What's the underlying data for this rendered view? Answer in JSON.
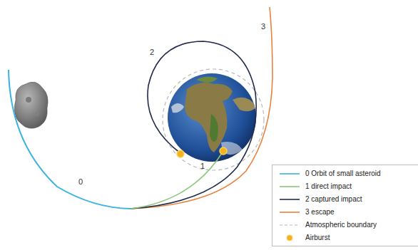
{
  "diagram": {
    "labels": [
      "0",
      "1",
      "2",
      "3"
    ],
    "legend": [
      {
        "text": "0 Orbit of small asteroid"
      },
      {
        "text": "1 direct impact"
      },
      {
        "text": "2 captured impact"
      },
      {
        "text": "3 escape"
      },
      {
        "text": "Atmospheric boundary"
      },
      {
        "text": "Airburst"
      }
    ]
  }
}
